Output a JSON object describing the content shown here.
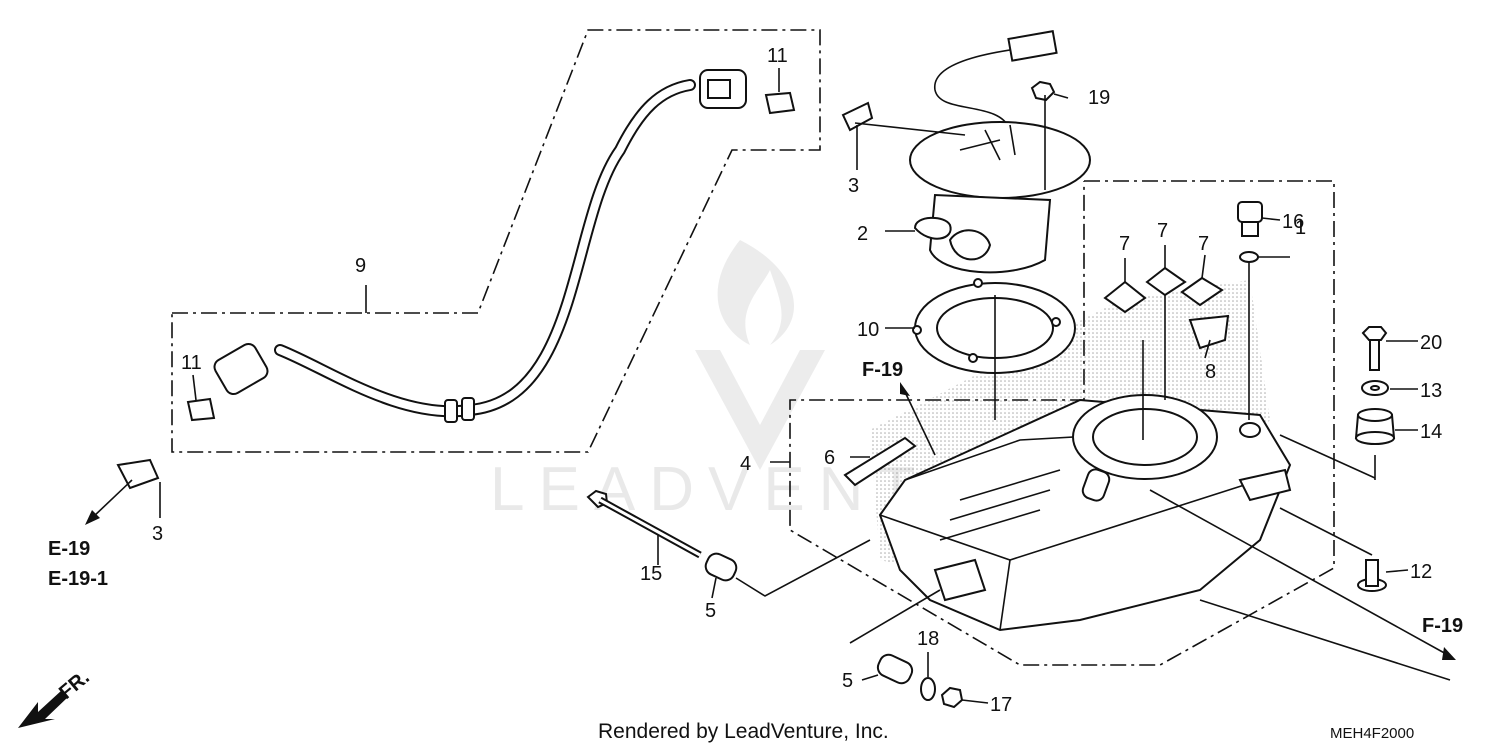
{
  "diagram": {
    "callouts": {
      "c1": "1",
      "c2": "2",
      "c3a": "3",
      "c3b": "3",
      "c4": "4",
      "c5a": "5",
      "c5b": "5",
      "c6": "6",
      "c7a": "7",
      "c7b": "7",
      "c7c": "7",
      "c8": "8",
      "c9": "9",
      "c10": "10",
      "c11a": "11",
      "c11b": "11",
      "c12": "12",
      "c13": "13",
      "c14": "14",
      "c15": "15",
      "c16": "16",
      "c17": "17",
      "c18": "18",
      "c19": "19",
      "c20": "20"
    },
    "references": {
      "f19_top": "F-19",
      "f19_right": "F-19",
      "e19": "E-19",
      "e191": "E-19-1"
    },
    "direction": "FR.",
    "watermark": "LEADVENTURE",
    "footer": "Rendered by LeadVenture, Inc.",
    "diagram_code": "MEH4F2000"
  }
}
